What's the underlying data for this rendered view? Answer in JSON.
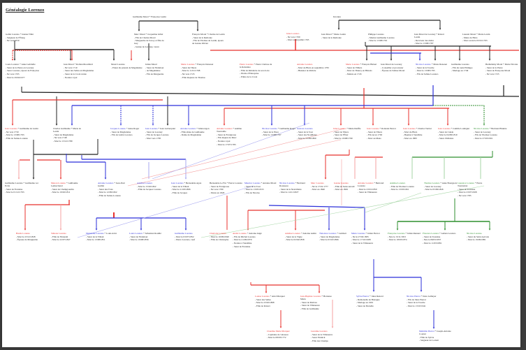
{
  "title": "Généalogie Lorenzo",
  "colors": {
    "black": "#222222",
    "red": "#e8302c",
    "blue": "#2b2fd9",
    "green": "#2f8f2f"
  },
  "nodes": [
    {
      "name": "Guillaume Morel",
      "spouse": "Françoise Lestin",
      "color": "black",
      "details": []
    },
    {
      "name": "Inconnu",
      "spouse": "",
      "color": "black",
      "details": []
    },
    {
      "name": "Gabin Lorenzo",
      "spouse": "Jeanne Tillet",
      "color": "black",
      "details": [
        "- Seigneur de l'Étang",
        "- Né vers 1650"
      ]
    },
    {
      "name": "Marc Morel",
      "spouse": "Jacqueline Gillet",
      "color": "black",
      "details": [
        "- Fils de Charles Morel",
        "- Marguerite de Savoy et fille de Guy",
        "- Jeanne de Lorenzy, veuve"
      ]
    },
    {
      "name": "François Morel",
      "spouse": "Charles de Lestin",
      "color": "black",
      "details": [
        "- Sieur de la Remonte",
        "- Fils de Thomas de Lestin, époux de Jeanne Olivier"
      ]
    },
    {
      "name": "Jules Lorenzo",
      "spouse": "",
      "color": "red",
      "details": [
        "- Né vers 1700",
        "- Mort avant juillet 1765"
      ]
    },
    {
      "name": "Jean Morel",
      "spouse": "Marie Lestin",
      "color": "black",
      "details": [
        "- Sieur de la Remonte"
      ]
    },
    {
      "name": "Philippe Lorenzo",
      "spouse": "",
      "color": "black",
      "details": [
        "- Mariée Guillaume Lorenzo",
        "- Mort le 13/08/1761"
      ]
    },
    {
      "name": "Jean Morel de Lorenzy",
      "spouse": "Robert Lestin",
      "color": "black",
      "details": [
        "- Receveur des Aides",
        "- Mort le 13/08/1787"
      ]
    },
    {
      "name": "Laurent Morel",
      "spouse": "Marie Lestin",
      "color": "black",
      "details": [
        "- Maire de Blois",
        "- Mort avant le 03/01/1763"
      ]
    },
    {
      "name": "Louis Lorenzo",
      "spouse": "Anne Gabrielle",
      "color": "black",
      "details": [
        "- Sieur de la Pierre en Lorenzy",
        "- Sieur Lorenzo, époux de Françoise",
        "- Né vers 1705",
        "- Mort le 29/04/1677"
      ]
    },
    {
      "name": "Jean Morel",
      "spouse": "Rolland Rouillard",
      "color": "black",
      "details": [
        "- Né vers 1710",
        "- Sieur des Salles en Magdeleine",
        "- Sieur de la Croix rurale",
        "- Notaire royal"
      ]
    },
    {
      "name": "Morel Lorenzo",
      "spouse": "",
      "color": "black",
      "details": [
        "- Prieur du prieuré de Magdeleine"
      ]
    },
    {
      "name": "Julien Morel",
      "spouse": "",
      "color": "black",
      "details": [
        "- Sieur de l'Intérieur",
        "- de Magdeleine",
        "- Fils de Marguerite"
      ]
    },
    {
      "name": "Marie Lorenzo",
      "spouse": "François Denonet",
      "color": "red",
      "details": [
        "- Sieur du Thiers",
        "- Mort le 11/01/1768",
        "- Né vers 1725",
        "- Fille majeure de Thomas"
      ]
    },
    {
      "name": "Pierre Lorenzo",
      "spouse": "Pierre Clarisse de la Rabatière",
      "color": "red",
      "details": [
        "- Fille de Rabatière de son docte",
        "- Pécule d'Entreprise",
        "- Prêtre de la Croix"
      ]
    },
    {
      "name": "Antoine Lorenzo",
      "spouse": "",
      "color": "red",
      "details": [
        "- Mort de Blois en septembre 1765",
        "- Huissier de Rivière"
      ]
    },
    {
      "name": "Marie Lorenzo",
      "spouse": "François Hubert",
      "color": "red",
      "details": [
        "- Sieur de Villiers",
        "- Mort de Thierry en Blésois",
        "- Mariée en 1745"
      ]
    },
    {
      "name": "Jean Morel de Lorenzy",
      "spouse": "",
      "color": "black",
      "details": [
        "- Conseiller et procureur",
        "- Épouse de Sabine Morel"
      ]
    },
    {
      "name": "Nicolas Lorenzo",
      "spouse": "Marie Denonet",
      "color": "blue",
      "details": [
        "- Sieur de la Touche",
        "- Mort le 13/08/1795",
        "- Fils de Sabine Lorenzo"
      ]
    },
    {
      "name": "Guillaume Lorenzo",
      "spouse": "",
      "color": "black",
      "details": [
        "- Fils du roulé Philippe",
        "- Mariage en 1749"
      ]
    },
    {
      "name": "Barthélemy Morel",
      "spouse": "Marie Nicolas",
      "color": "black",
      "details": [
        "- Sieur de la Pierre",
        "- Sieur de Françoise Morel",
        "- Né vers 1725"
      ]
    },
    {
      "name": "Jean Lorenzo",
      "spouse": "Guillaume de Lestin",
      "color": "red",
      "details": [
        "- Né vers 1750",
        "- Mort le 13/08/1793",
        "- Fille de Sainte-Lorenzo"
      ]
    },
    {
      "name": "Charles Guillaume",
      "spouse": "Marie de Lestin",
      "color": "black",
      "details": [
        "- Sieur de Magdeleine",
        "- Né vers 1748",
        "- Mort le 13/12/1789"
      ]
    },
    {
      "name": "Jacques Lorenzo",
      "spouse": "Anne Roger",
      "color": "blue",
      "details": [
        "- Sieur de Magdeleine",
        "- Fils de Gabin Lorenzo"
      ]
    },
    {
      "name": "Jean Lorenzo",
      "spouse": "Jean Lerberquier",
      "color": "blue",
      "details": [
        "- Sieur de Lorenzy",
        "- Fils de Jacques Lorenzo",
        "- Mort vers 1785"
      ]
    },
    {
      "name": "Antoine Lorenzo",
      "spouse": "Julien Agon",
      "color": "blue",
      "details": [
        "- Fille aînée de Guillaume",
        "- Dame de Magdeleine"
      ]
    },
    {
      "name": "Antoine Lorenzo",
      "spouse": "Adeline Tournoille",
      "color": "red",
      "details": [
        "- Sieur de Fontgrosse",
        "- Fils majeur de Marc",
        "- Notaire royal",
        "- Mort le 17/07/1783"
      ]
    },
    {
      "name": "Nicolas Lorenzo",
      "spouse": "Guillaume Roger",
      "color": "blue",
      "details": [
        "- Sieur de la Place",
        "- Mort le 13/08/1797"
      ]
    },
    {
      "name": "Gustave Lorenzo",
      "spouse": "",
      "color": "blue",
      "details": [
        "- Sieur de la Tour",
        "- Sieur des Nouillères",
        "- Mort le 23/09/1800"
      ]
    },
    {
      "name": "Jules Lorenzo",
      "spouse": "Marie Rieffle",
      "color": "red",
      "details": [
        "- Sieur de Thiers",
        "- Sieur de l'Étier",
        "- Mort le 19/08/1799"
      ]
    },
    {
      "name": "Jean Lorenzo",
      "spouse": "Rolande Pierrot",
      "color": "red",
      "details": [
        "- Sieur de Thiers",
        "- Fils né en 1763",
        "- Mort au Mans"
      ]
    },
    {
      "name": "Jean Lorenzo",
      "spouse": "Charles Verrier",
      "color": "red",
      "details": [
        "- Mort de Blois",
        "- Baptisé à Vendôme",
        "- Mort en 1805"
      ]
    },
    {
      "name": "Jean Lorenzo",
      "spouse": "Camille Loubigier",
      "color": "red",
      "details": [
        "- Sieur de Cuisle",
        "- Mort le 04/09/1810",
        "- Sieur d'Orléans"
      ]
    },
    {
      "name": "Nicolas Lorenzo",
      "spouse": "Bertrand Bruière",
      "color": "green",
      "details": [
        "- Sieur de Lorenzy",
        "- Fils de Thomas Lorenzo",
        "- Mort le 27/03/1821"
      ]
    },
    {
      "name": "Guillaume Lorenzo",
      "spouse": "Guillaume 1er Ecrin",
      "color": "black",
      "details": [
        "- Sieur de Fontaine",
        "- Mort le 01/12/1793"
      ]
    },
    {
      "name": "Manon Lorenzo",
      "spouse": "Guillaume Lemarchand",
      "color": "red",
      "details": [
        "- Sieur de Champjourdin",
        "- Mort le 19/02/1811"
      ]
    },
    {
      "name": "Antoine Lorenzo",
      "spouse": "Jean-Paul Guillet",
      "color": "blue",
      "details": [
        "- Sieur des Trois",
        "- Mort le 12/09/1822",
        "- Fille de Sainte-Lorenzo"
      ]
    },
    {
      "name": "Adeline Lorenzo",
      "spouse": "",
      "color": "blue",
      "details": [
        "- Mort le 15/02/1822",
        "- Fille de Jacques Lorenzo"
      ]
    },
    {
      "name": "Jean Lorenzo",
      "spouse": "Bernadette Agon",
      "color": "blue",
      "details": [
        "- Sieur de la Tilleul",
        "- Mort le 21/03/1806",
        "- Fille de Jacques"
      ]
    },
    {
      "name": "Bernadette Le Fur",
      "spouse": "Pierre Lorenzo",
      "color": "black",
      "details": [
        "- Sieur de Fontgrosse",
        "- Né vers 1780",
        "- Morte en 1826"
      ]
    },
    {
      "name": "Maurice Lorenzo",
      "spouse": "Antoine Morel",
      "color": "blue",
      "details": [
        "- Sieur de la Tour",
        "- Mort le 13/05/1815",
        "- Fils de Nicolas"
      ]
    },
    {
      "name": "Nicolas Lorenzo",
      "spouse": "Bertrand Rousseau",
      "color": "blue",
      "details": [
        "- Sieur de la Neuvillerie",
        "- Mort le 14/11/1827"
      ]
    },
    {
      "name": "Marc Lorenzo",
      "spouse": "",
      "color": "red",
      "details": [
        "- Né le 17/01/1777",
        "- Mort en 1840"
      ]
    },
    {
      "name": "Jeanne Lorenzo",
      "spouse": "",
      "color": "red",
      "details": [
        "- Fille de Saint-Avoult",
        "- Mort en 1829"
      ]
    },
    {
      "name": "Antoine Lorenzo",
      "spouse": "Bertrand Lorenzo",
      "color": "red",
      "details": [
        "- Mort le 23/01/1850",
        "- Sieur de Villeneuve"
      ]
    },
    {
      "name": "Adeline Lorenzo",
      "spouse": "",
      "color": "green",
      "details": [
        "- Fille de Thomas Lorenzo",
        "- Mort le 13/03/1821"
      ]
    },
    {
      "name": "Thomas Lorenzo",
      "spouse": "Anne Bourgeois",
      "color": "green",
      "details": [
        "- Sieur de Lorenzy",
        "- Mort le 05/09/1826"
      ]
    },
    {
      "name": "Laurence Lorenzo",
      "spouse": "Pierre Tournadon",
      "color": "green",
      "details": [
        "- Sieur de Touraine",
        "- Mort le 23/07/1828",
        "- Né vers 1785"
      ]
    },
    {
      "name": "Basile Lorenzo",
      "spouse": "",
      "color": "red",
      "details": [
        "- Mort le 23/12/1828",
        "- Épouse de Marguerite"
      ]
    },
    {
      "name": "Simone Lorenzo",
      "spouse": "",
      "color": "red",
      "details": [
        "- Fille de l'Intendé",
        "- Mort le 22/07/1847"
      ]
    },
    {
      "name": "Madeleine Lorenzo",
      "spouse": "Louis Arlot",
      "color": "blue",
      "details": [
        "- Sieur de la Tilleul",
        "- Mort le 13/08/1851"
      ]
    },
    {
      "name": "Louis Lorenzo",
      "spouse": "Sébastien Rouillé",
      "color": "blue",
      "details": [
        "- Sieur de l'Intérieur",
        "- Mort le 19/08/1856"
      ]
    },
    {
      "name": "Guillaume Lorenzo",
      "spouse": "",
      "color": "blue",
      "details": [
        "- Mort le 03/07/1852",
        "- Pierre Lorenzo, veuf"
      ]
    },
    {
      "name": "Charlotte Lorenzo",
      "spouse": "",
      "color": "red",
      "details": [
        "- Mort le 16/09/1849",
        "- Fille de Christophe"
      ]
    },
    {
      "name": "André Lorenzo",
      "spouse": "Antoine Angé",
      "color": "red",
      "details": [
        "- Fils de Michel Lorenzo",
        "- Mort le 21/09/1870",
        "- Notaire à Vendôme",
        "- Sieur de Fontaine"
      ]
    },
    {
      "name": "Adeline Lorenzo",
      "spouse": "Antoine Aubin",
      "color": "red",
      "details": [
        "- Sieur de la Vigne",
        "- Mort le 02/04/1858"
      ]
    },
    {
      "name": "Théodore Lorenzo",
      "spouse": "Lambert",
      "color": "blue",
      "details": [
        "- Sieur de Magdeleine",
        "- Mort le 03/10/1866"
      ]
    },
    {
      "name": "Marie Lorenzo",
      "spouse": "Julien Pierrot",
      "color": "blue",
      "details": [
        "- Né le 27/02/1835",
        "- Mort le 17/10/1908",
        "- Sieur de la Villeneuve"
      ]
    },
    {
      "name": "Françoise Lorenzo",
      "spouse": "Julien Renaud",
      "color": "green",
      "details": [
        "- Née le 13/11/1815",
        "- Mort le 18/03/1874"
      ]
    },
    {
      "name": "Florence Lorenzo",
      "spouse": "Adrien Lorenzo",
      "color": "green",
      "details": [
        "- Sieur de Touraine",
        "- Née le 06/03/1837",
        "- Mort le 11/03/1891"
      ]
    },
    {
      "name": "Nicolas Lorenzo",
      "spouse": "",
      "color": "green",
      "details": [
        "- Sieur du Saint-Gervais",
        "- Mort le 19/09/1881"
      ]
    },
    {
      "name": "Louise Lorenzo",
      "spouse": "Ariel Marquet",
      "color": "red",
      "details": [
        "- Sieur des Salles",
        "- Mort le 23/02/1868",
        "- Fille de Robert"
      ]
    },
    {
      "name": "Jean-Baptiste Lorenzo",
      "spouse": "Hortense Marie",
      "color": "red",
      "details": [
        "- Sieur de Malvau",
        "- Sieur de Villeneuve",
        "- Fille de Guillaume"
      ]
    },
    {
      "name": "Sylvie Pierrot",
      "spouse": "Jules Renard",
      "color": "blue",
      "details": [
        "- Demoiselle de Bretagne",
        "- Mariage en 1901",
        "- Sieur de Pierrelle"
      ]
    },
    {
      "name": "Nicolas Pierrot",
      "spouse": "Jules Lethuyer",
      "color": "blue",
      "details": [
        "- Fils de Jules Pierrot",
        "- Sieur de la Touche",
        "- Mort le 13/10/1941"
      ]
    },
    {
      "name": "Claudine Marie Marquet",
      "spouse": "",
      "color": "red",
      "details": [
        "- Capitaine de vaisseau",
        "- Mort le 08/03/1772"
      ]
    },
    {
      "name": "Léontine Lorenzo",
      "spouse": "",
      "color": "red",
      "details": [
        "- Sieur de la Villeneuve",
        "- Sœur Yannick",
        "- Fille des Champs"
      ]
    },
    {
      "name": "Mathilde Pierrot",
      "spouse": "Joseph-Antoine Courtet",
      "color": "blue",
      "details": [
        "- Fille de Sylvie",
        "- Seigneur de Lorient"
      ]
    }
  ]
}
